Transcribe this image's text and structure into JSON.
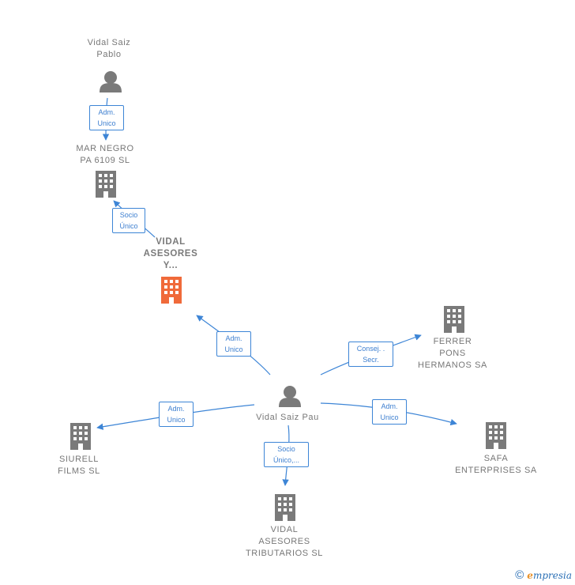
{
  "colors": {
    "edge": "#3d85d6",
    "icon_gray": "#7a7a7a",
    "focus_company": "#f06a3a",
    "text": "#777777"
  },
  "nodes": {
    "vidal_saiz_pablo": {
      "type": "person",
      "lines": [
        "Vidal Saiz",
        "Pablo"
      ]
    },
    "mar_negro": {
      "type": "company",
      "lines": [
        "MAR NEGRO",
        "PA 6109 SL"
      ]
    },
    "vidal_asesores_y": {
      "type": "company-focus",
      "lines": [
        "VIDAL",
        "ASESORES",
        "Y..."
      ]
    },
    "vidal_saiz_pau": {
      "type": "person",
      "lines": [
        "Vidal Saiz Pau"
      ]
    },
    "ferrer_pons": {
      "type": "company",
      "lines": [
        "FERRER",
        "PONS",
        "HERMANOS SA"
      ]
    },
    "siurell": {
      "type": "company",
      "lines": [
        "SIURELL",
        "FILMS SL"
      ]
    },
    "safa": {
      "type": "company",
      "lines": [
        "SAFA",
        "ENTERPRISES SA"
      ]
    },
    "vidal_asesores_tributarios": {
      "type": "company",
      "lines": [
        "VIDAL",
        "ASESORES",
        "TRIBUTARIOS SL"
      ]
    }
  },
  "edges": {
    "pablo_marnegro": [
      "Adm.",
      "Unico"
    ],
    "marnegro_vidaly": [
      "Socio",
      "Único"
    ],
    "pau_vidaly": [
      "Adm.",
      "Unico"
    ],
    "pau_ferrer": [
      "Consej. .",
      "Secr."
    ],
    "pau_siurell": [
      "Adm.",
      "Unico"
    ],
    "pau_safa": [
      "Adm.",
      "Unico"
    ],
    "pau_tributarios": [
      "Socio",
      "Único,..."
    ]
  },
  "footer": {
    "copyright": "©",
    "brand_initial": "e",
    "brand_rest": "mpresia"
  }
}
